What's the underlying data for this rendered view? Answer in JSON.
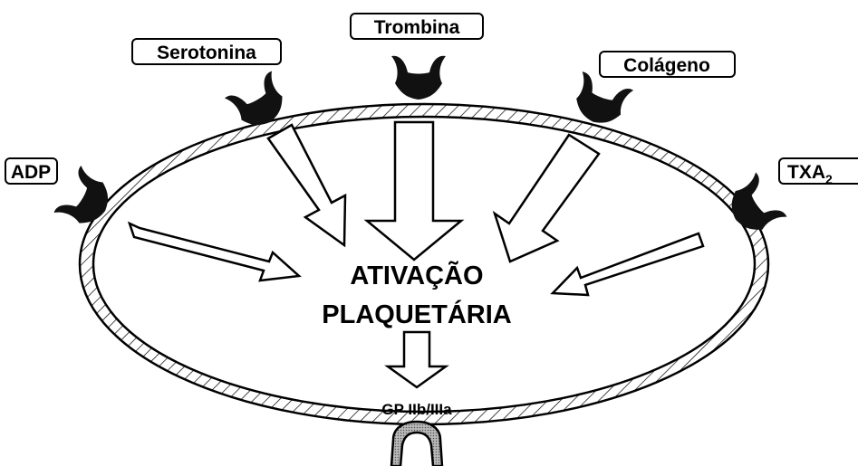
{
  "diagram": {
    "agonists": [
      {
        "id": "adp",
        "label": "ADP"
      },
      {
        "id": "serotonina",
        "label": "Serotonina"
      },
      {
        "id": "trombina",
        "label": "Trombina"
      },
      {
        "id": "colageno",
        "label": "Colágeno"
      },
      {
        "id": "txa2",
        "label": "TXA",
        "subscript": "2"
      }
    ],
    "center": {
      "line1": "ATIVAÇÃO",
      "line2": "PLAQUETÁRIA"
    },
    "receptor": {
      "label": "GP IIb/IIIa"
    },
    "colors": {
      "stroke": "#000000",
      "fill": "#ffffff",
      "receptor": "#111111",
      "gp_receptor": "#999999"
    }
  }
}
